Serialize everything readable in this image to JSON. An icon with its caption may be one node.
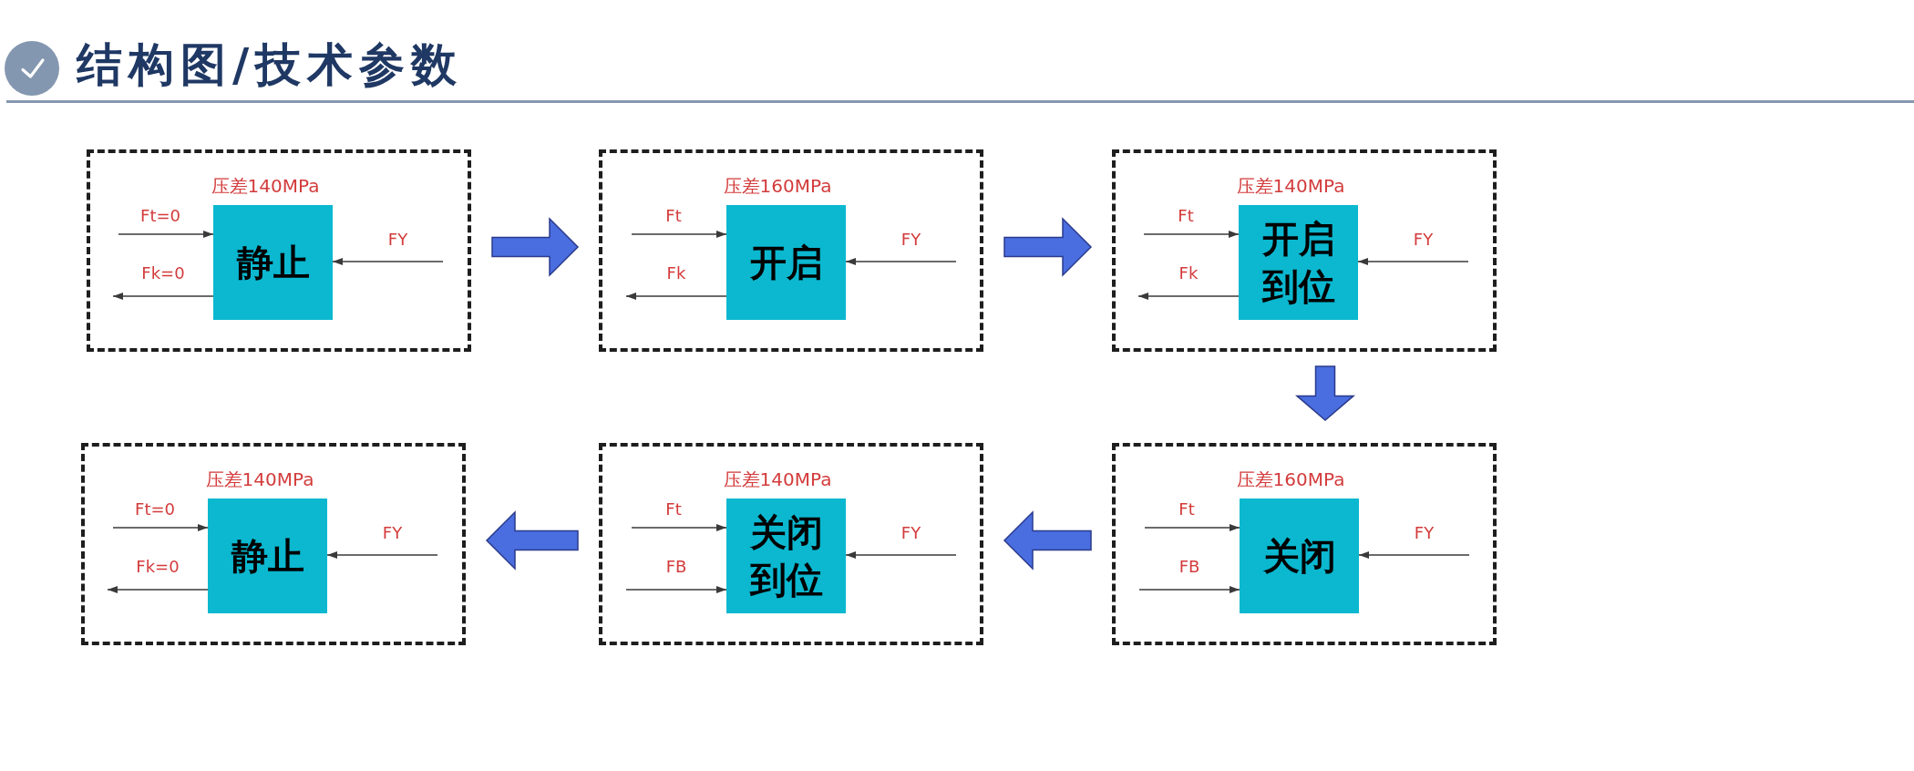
{
  "diagram": {
    "title": "结构图/技术参数",
    "nodes": [
      {
        "text": [
          "压差140MPa"
        ]
      },
      {
        "text": [
          "静止"
        ],
        "in": 0
      },
      {
        "text": [
          "压差160MPa"
        ]
      },
      {
        "text": [
          "开启"
        ],
        "in": 2
      },
      {
        "text": [
          "压差140MPa"
        ]
      },
      {
        "text": [
          "开启到位"
        ],
        "in": 4
      },
      {
        "text": [
          "压差140MPa"
        ]
      },
      {
        "text": [
          "静止"
        ],
        "in": 6
      },
      {
        "text": [
          "压差140MPa"
        ]
      },
      {
        "text": [
          "关闭到位"
        ],
        "in": 8
      },
      {
        "text": [
          "压差160MPa"
        ]
      },
      {
        "text": [
          "关闭"
        ],
        "in": 10
      }
    ],
    "edges": [
      {
        "from": 0,
        "to": 2,
        "arrow": "to",
        "style": "thick",
        "color": "#4a6ee0"
      },
      {
        "from": 2,
        "to": 4,
        "arrow": "to",
        "style": "thick",
        "color": "#4a6ee0"
      },
      {
        "from": 4,
        "to": 10,
        "arrow": "to",
        "style": "thick",
        "color": "#4a6ee0"
      },
      {
        "from": 10,
        "to": 8,
        "arrow": "to",
        "style": "thick",
        "color": "#4a6ee0"
      },
      {
        "from": 8,
        "to": 6,
        "arrow": "to",
        "style": "thick",
        "color": "#4a6ee0"
      },
      {
        "from": null,
        "to": 1,
        "arrow": "to",
        "label": "Ft=0"
      },
      {
        "from": null,
        "to": 1,
        "arrow": "to",
        "label": "FY"
      },
      {
        "from": 1,
        "to": null,
        "arrow": "to",
        "label": "Fk=0"
      },
      {
        "from": null,
        "to": 3,
        "arrow": "to",
        "label": "Ft"
      },
      {
        "from": null,
        "to": 3,
        "arrow": "to",
        "label": "FY"
      },
      {
        "from": 3,
        "to": null,
        "arrow": "to",
        "label": "Fk"
      },
      {
        "from": null,
        "to": 5,
        "arrow": "to",
        "label": "Ft"
      },
      {
        "from": null,
        "to": 5,
        "arrow": "to",
        "label": "FY"
      },
      {
        "from": 5,
        "to": null,
        "arrow": "to",
        "label": "Fk"
      },
      {
        "from": null,
        "to": 7,
        "arrow": "to",
        "label": "Ft=0"
      },
      {
        "from": null,
        "to": 7,
        "arrow": "to",
        "label": "FY"
      },
      {
        "from": 7,
        "to": null,
        "arrow": "to",
        "label": "Fk=0"
      },
      {
        "from": null,
        "to": 9,
        "arrow": "to",
        "label": "Ft"
      },
      {
        "from": null,
        "to": 9,
        "arrow": "to",
        "label": "FY"
      },
      {
        "from": null,
        "to": 9,
        "arrow": "to",
        "label": "FB"
      },
      {
        "from": null,
        "to": 11,
        "arrow": "to",
        "label": "Ft"
      },
      {
        "from": null,
        "to": 11,
        "arrow": "to",
        "label": "FY"
      },
      {
        "from": null,
        "to": 11,
        "arrow": "to",
        "label": "FB"
      }
    ]
  }
}
